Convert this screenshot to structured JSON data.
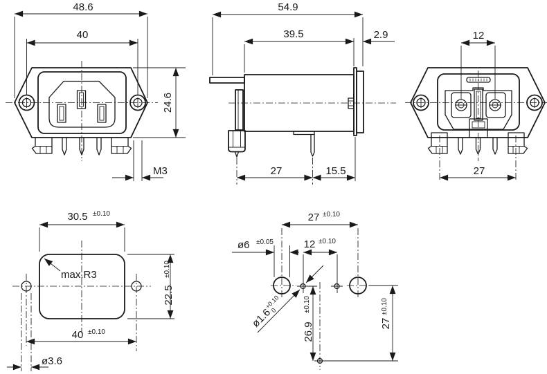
{
  "colors": {
    "line": "#1a1a1a",
    "background": "#ffffff"
  },
  "front_view": {
    "flange_width": "48.6",
    "hole_spacing": "40",
    "flange_height": "24.6",
    "mounting_thread": "M3"
  },
  "side_view": {
    "total_depth": "54.9",
    "body_depth": "39.5",
    "flange_thickness": "2.9",
    "terminal_spacing": "27",
    "terminal_to_flange": "15.5"
  },
  "rear_view": {
    "terminal_spacing": "12",
    "lug_spacing": "27"
  },
  "panel_cutout": {
    "cutout_width": "30.5",
    "cutout_width_tol": "±0.10",
    "corner_radius_note": "max.R3",
    "cutout_height": "22.5",
    "cutout_height_tol": "±0.10",
    "hole_spacing": "40",
    "hole_spacing_tol": "±0.10",
    "hole_diameter": "ø3.6"
  },
  "drill_plan": {
    "big_hole_spacing": "27",
    "big_hole_spacing_tol": "±0.10",
    "big_hole_diameter": "ø6",
    "big_hole_diameter_tol": "±0.05",
    "small_hole_spacing": "12",
    "small_hole_spacing_tol": "±0.10",
    "small_hole_diameter": "ø1.6",
    "small_hole_tol_upper": "+0.10",
    "small_hole_tol_lower": "0",
    "lower_hole_offset": "26.9",
    "lower_hole_offset_tol": "±0.10",
    "right_hole_offset": "27",
    "right_hole_offset_tol": "±0.10"
  }
}
